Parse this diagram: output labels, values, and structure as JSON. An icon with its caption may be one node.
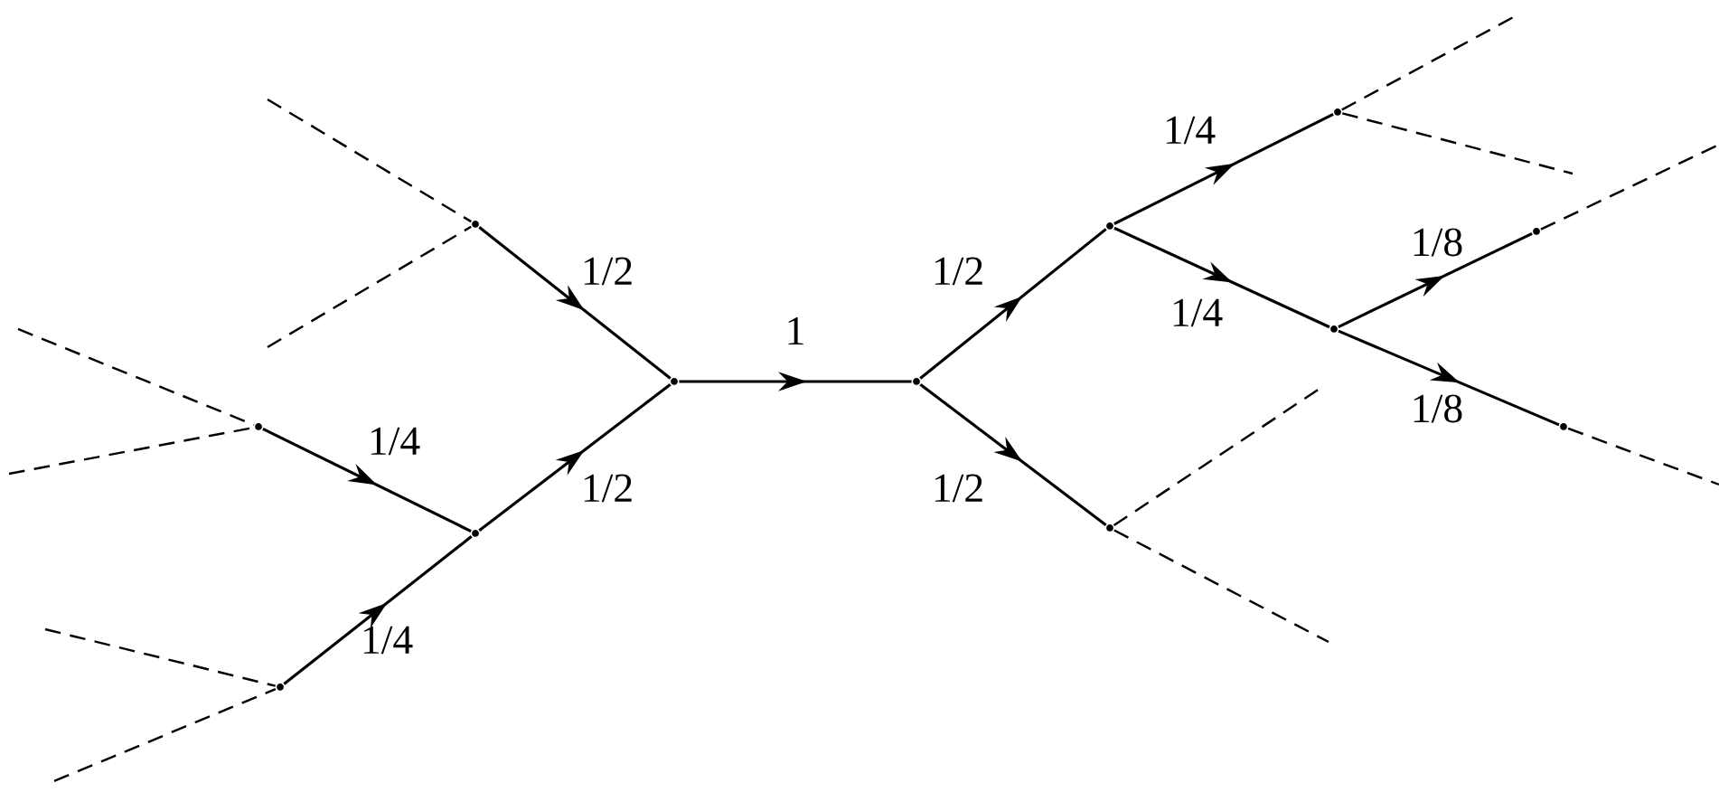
{
  "diagram": {
    "nodes": [
      {
        "text": [],
        "shape": "point"
      },
      {
        "text": [],
        "shape": "point"
      },
      {
        "text": [],
        "shape": "point"
      },
      {
        "text": [],
        "shape": "point"
      },
      {
        "text": [],
        "shape": "point"
      },
      {
        "text": [],
        "shape": "point"
      },
      {
        "text": [],
        "shape": "point"
      },
      {
        "text": [],
        "shape": "point"
      },
      {
        "text": [],
        "shape": "point"
      },
      {
        "text": [],
        "shape": "point"
      },
      {
        "text": [],
        "shape": "point"
      },
      {
        "text": [],
        "shape": "point"
      }
    ],
    "edges": [
      {
        "from": 0,
        "to": 3,
        "arrow": "to",
        "label": "1/4"
      },
      {
        "from": 1,
        "to": 3,
        "arrow": "to",
        "label": "1/4"
      },
      {
        "from": 3,
        "to": 4,
        "arrow": "to",
        "label": "1/2"
      },
      {
        "from": 2,
        "to": 4,
        "arrow": "to",
        "label": "1/2"
      },
      {
        "from": 4,
        "to": 5,
        "arrow": "to",
        "label": "1"
      },
      {
        "from": 5,
        "to": 6,
        "arrow": "to",
        "label": "1/2"
      },
      {
        "from": 5,
        "to": 7,
        "arrow": "to",
        "label": "1/2"
      },
      {
        "from": 6,
        "to": 9,
        "arrow": "to",
        "label": "1/4"
      },
      {
        "from": 6,
        "to": 8,
        "arrow": "to",
        "label": "1/4"
      },
      {
        "from": 8,
        "to": 10,
        "arrow": "to",
        "label": "1/8"
      },
      {
        "from": 8,
        "to": 11,
        "arrow": "to",
        "label": "1/8"
      },
      {
        "from": null,
        "to": 0,
        "arrow": "none",
        "style": "dashed"
      },
      {
        "from": null,
        "to": 0,
        "arrow": "none",
        "style": "dashed"
      },
      {
        "from": null,
        "to": 1,
        "arrow": "none",
        "style": "dashed"
      },
      {
        "from": null,
        "to": 1,
        "arrow": "none",
        "style": "dashed"
      },
      {
        "from": null,
        "to": 2,
        "arrow": "none",
        "style": "dashed"
      },
      {
        "from": null,
        "to": 2,
        "arrow": "none",
        "style": "dashed"
      },
      {
        "from": 9,
        "to": null,
        "arrow": "none",
        "style": "dashed"
      },
      {
        "from": 9,
        "to": null,
        "arrow": "none",
        "style": "dashed"
      },
      {
        "from": 7,
        "to": null,
        "arrow": "none",
        "style": "dashed"
      },
      {
        "from": 7,
        "to": null,
        "arrow": "none",
        "style": "dashed"
      },
      {
        "from": 10,
        "to": null,
        "arrow": "none",
        "style": "dashed"
      },
      {
        "from": 11,
        "to": null,
        "arrow": "none",
        "style": "dashed"
      }
    ]
  }
}
